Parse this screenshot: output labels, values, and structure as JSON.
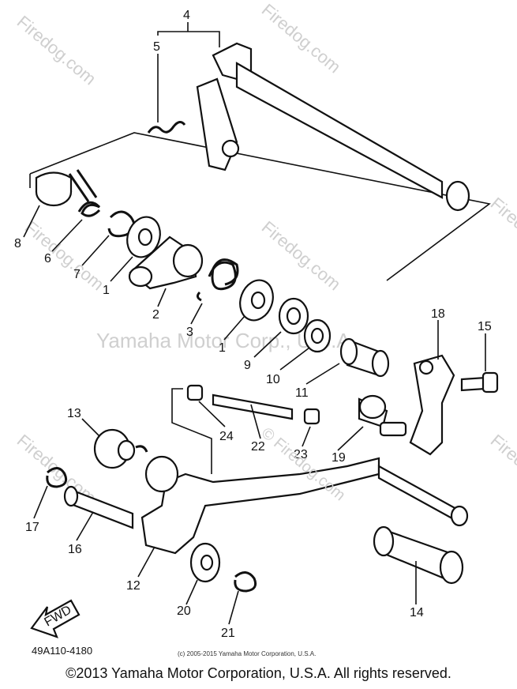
{
  "watermark": {
    "center": "Yamaha Motor Corp., U.S.A.",
    "site": "Firedog.com",
    "mid": "© Firedog.com"
  },
  "diagram": {
    "part_code": "49A110-4180",
    "fwd_label": "FWD",
    "small_copyright": "(c) 2005-2015 Yamaha Motor Corporation, U.S.A.",
    "labels": {
      "p1a": "1",
      "p1b": "1",
      "p2": "2",
      "p3": "3",
      "p4": "4",
      "p5": "5",
      "p6": "6",
      "p7": "7",
      "p8": "8",
      "p9": "9",
      "p10": "10",
      "p11": "11",
      "p12": "12",
      "p13": "13",
      "p14": "14",
      "p15": "15",
      "p16": "16",
      "p17": "17",
      "p18": "18",
      "p19": "19",
      "p20": "20",
      "p21": "21",
      "p22": "22",
      "p23": "23",
      "p24": "24"
    }
  },
  "footer": {
    "copyright": "©2013 Yamaha Motor Corporation, U.S.A. All rights reserved."
  }
}
